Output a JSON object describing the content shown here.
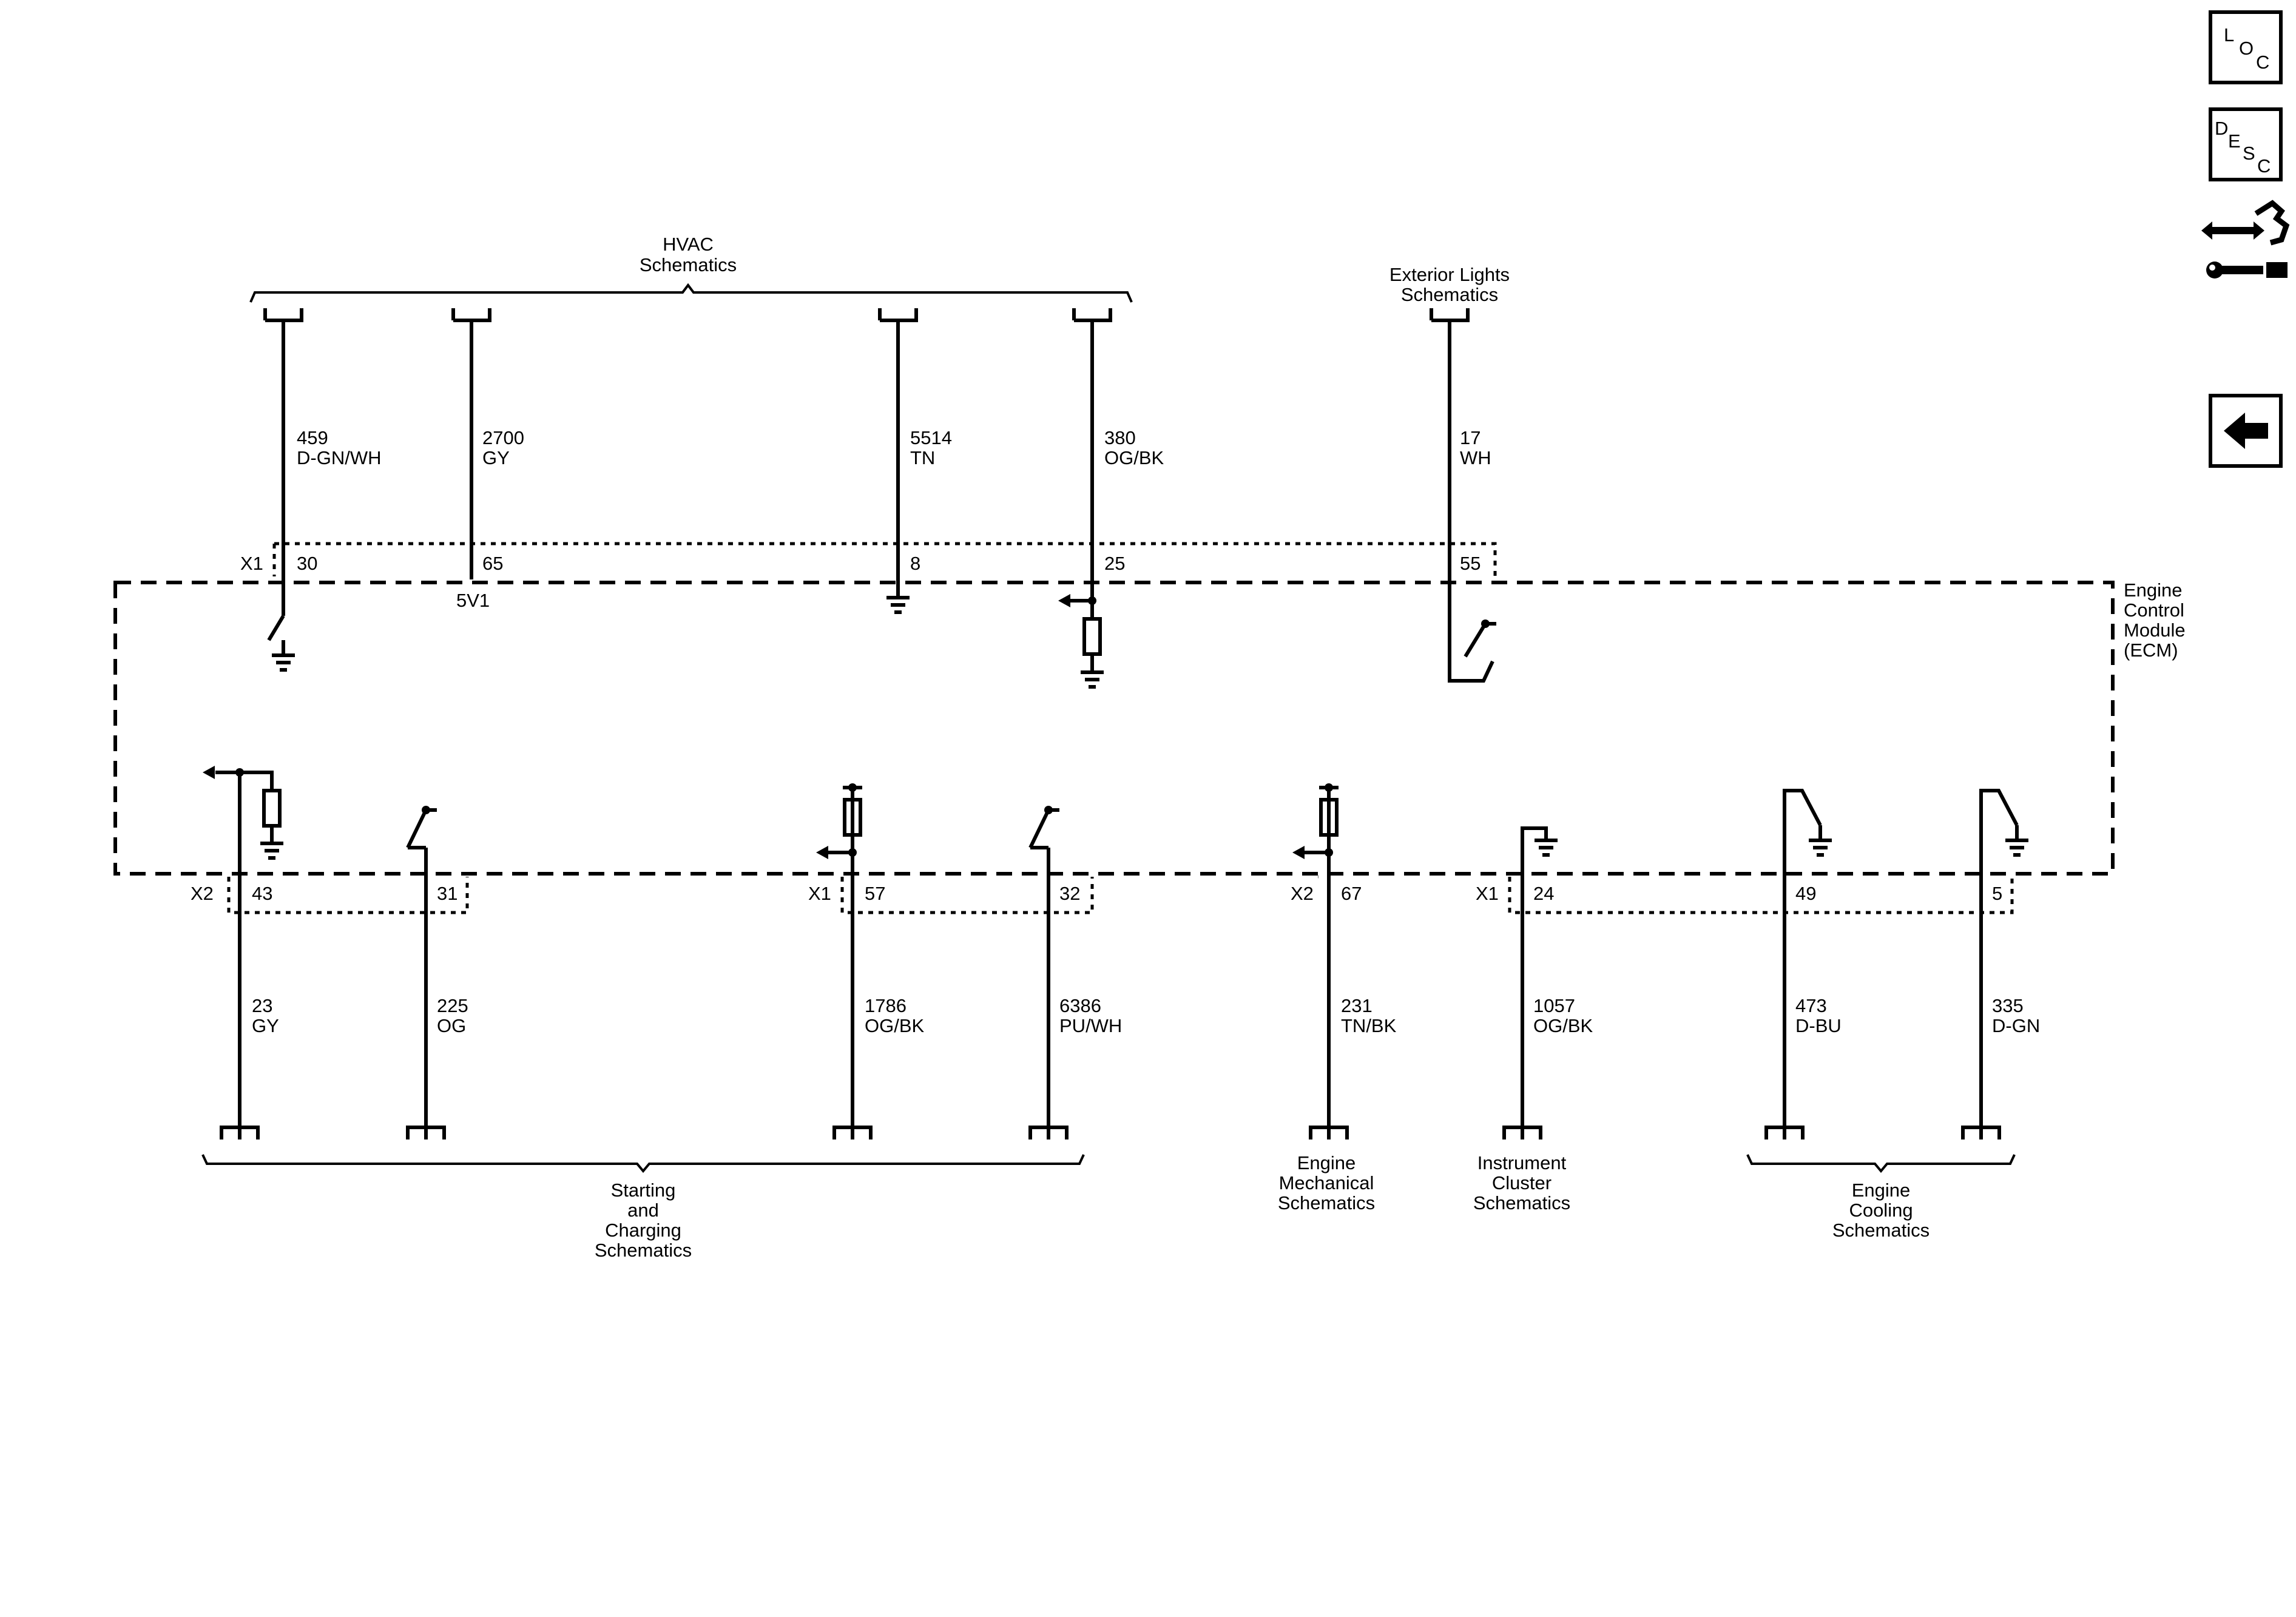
{
  "groups": {
    "hvac": [
      "HVAC",
      "Schematics"
    ],
    "exterior": [
      "Exterior Lights",
      "Schematics"
    ],
    "starting": [
      "Starting",
      "and",
      "Charging",
      "Schematics"
    ],
    "mechanical": [
      "Engine",
      "Mechanical",
      "Schematics"
    ],
    "cluster": [
      "Instrument",
      "Cluster",
      "Schematics"
    ],
    "cooling": [
      "Engine",
      "Cooling",
      "Schematics"
    ],
    "ecm": [
      "Engine",
      "Control",
      "Module",
      "(ECM)"
    ]
  },
  "wires": {
    "w459": {
      "circuit": "459",
      "color": "D-GN/WH",
      "pin": "30"
    },
    "w2700": {
      "circuit": "2700",
      "color": "GY",
      "pin": "65"
    },
    "w5514": {
      "circuit": "5514",
      "color": "TN",
      "pin": "8"
    },
    "w380": {
      "circuit": "380",
      "color": "OG/BK",
      "pin": "25"
    },
    "w17": {
      "circuit": "17",
      "color": "WH",
      "pin": "55"
    },
    "w23": {
      "circuit": "23",
      "color": "GY",
      "pin": "43"
    },
    "w225": {
      "circuit": "225",
      "color": "OG",
      "pin": "31"
    },
    "w1786": {
      "circuit": "1786",
      "color": "OG/BK",
      "pin": "57"
    },
    "w6386": {
      "circuit": "6386",
      "color": "PU/WH",
      "pin": "32"
    },
    "w231": {
      "circuit": "231",
      "color": "TN/BK",
      "pin": "67"
    },
    "w1057": {
      "circuit": "1057",
      "color": "OG/BK",
      "pin": "24"
    },
    "w473": {
      "circuit": "473",
      "color": "D-BU",
      "pin": "49"
    },
    "w335": {
      "circuit": "335",
      "color": "D-GN",
      "pin": "5"
    }
  },
  "connectors": {
    "top_x1": "X1",
    "bot_x2a": "X2",
    "bot_x1a": "X1",
    "bot_x2b": "X2",
    "bot_x1b": "X1"
  },
  "reference": {
    "v5": "5V1"
  },
  "sidebar": {
    "loc": [
      "L",
      "O",
      "C"
    ],
    "desc": [
      "D",
      "E",
      "S",
      "C"
    ],
    "icon_connector": "connector-tool-icon",
    "icon_back": "back-arrow-icon"
  }
}
